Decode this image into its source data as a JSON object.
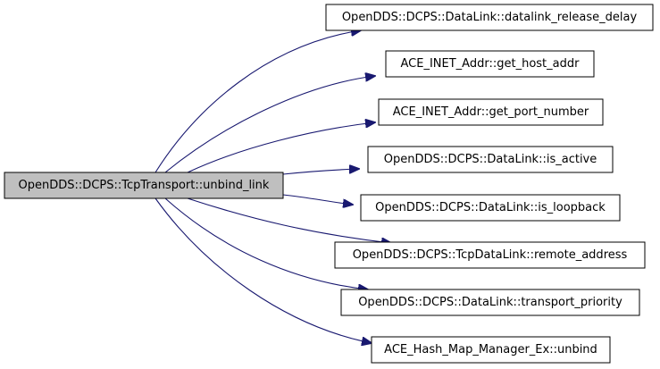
{
  "graph": {
    "colors": {
      "edge": "#191970",
      "source_fill": "#bfbfbf",
      "node_fill": "#ffffff",
      "border": "#000000"
    },
    "source": {
      "label": "OpenDDS::DCPS::TcpTransport::unbind_link"
    },
    "targets": [
      {
        "label": "OpenDDS::DCPS::DataLink::datalink_release_delay"
      },
      {
        "label": "ACE_INET_Addr::get_host_addr"
      },
      {
        "label": "ACE_INET_Addr::get_port_number"
      },
      {
        "label": "OpenDDS::DCPS::DataLink::is_active"
      },
      {
        "label": "OpenDDS::DCPS::DataLink::is_loopback"
      },
      {
        "label": "OpenDDS::DCPS::TcpDataLink::remote_address"
      },
      {
        "label": "OpenDDS::DCPS::DataLink::transport_priority"
      },
      {
        "label": "ACE_Hash_Map_Manager_Ex::unbind"
      }
    ]
  }
}
